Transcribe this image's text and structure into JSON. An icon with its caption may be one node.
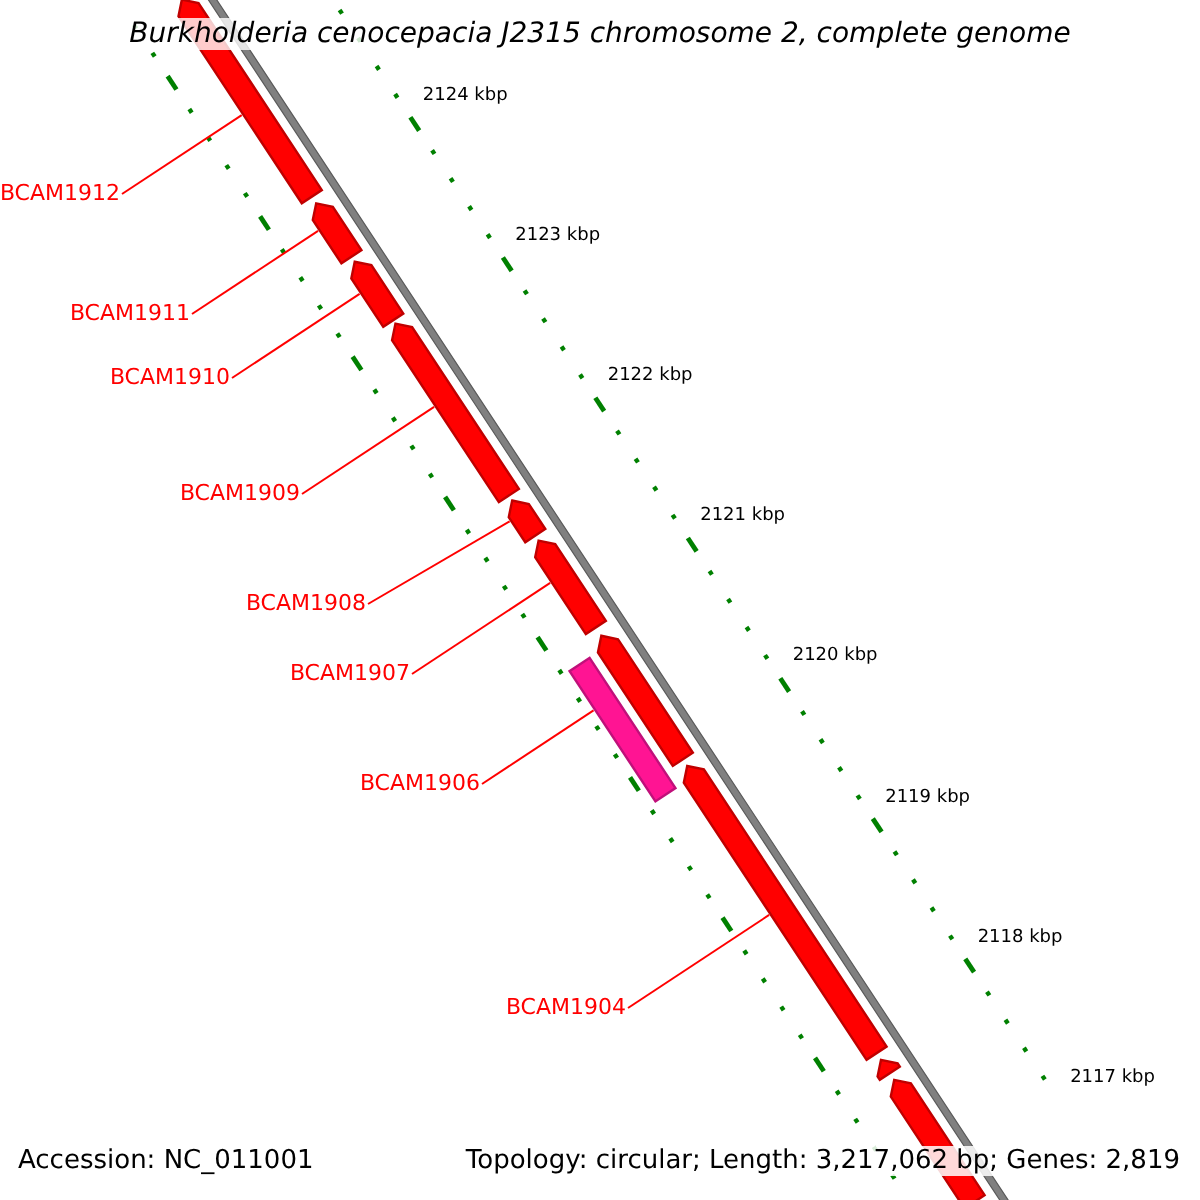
{
  "diagram": {
    "title": "Burkholderia cenocepacia J2315 chromosome 2, complete genome",
    "nodes": [
      {
        "text": [
          "BCAM1912"
        ]
      },
      {
        "text": [
          "BCAM1911"
        ]
      },
      {
        "text": [
          "BCAM1910"
        ]
      },
      {
        "text": [
          "BCAM1909"
        ]
      },
      {
        "text": [
          "BCAM1908"
        ]
      },
      {
        "text": [
          "BCAM1907"
        ]
      },
      {
        "text": [
          "BCAM1906"
        ]
      },
      {
        "text": [
          "BCAM1904"
        ]
      },
      {
        "text": [],
        "shape": "arrow"
      },
      {
        "text": [],
        "shape": "arrow"
      },
      {
        "text": [],
        "shape": "arrow"
      },
      {
        "text": [],
        "shape": "arrow"
      },
      {
        "text": [],
        "shape": "arrow"
      },
      {
        "text": [],
        "shape": "arrow"
      },
      {
        "text": [],
        "shape": "arrow"
      },
      {
        "text": [],
        "shape": "bar"
      },
      {
        "text": [],
        "shape": "arrow"
      },
      {
        "text": [],
        "shape": "arrow"
      },
      {
        "text": [],
        "shape": "arrow"
      }
    ],
    "edges": [
      {
        "from": 0,
        "to": 8,
        "arrow": "none"
      },
      {
        "from": 1,
        "to": 9,
        "arrow": "none"
      },
      {
        "from": 2,
        "to": 10,
        "arrow": "none"
      },
      {
        "from": 3,
        "to": 11,
        "arrow": "none"
      },
      {
        "from": 4,
        "to": 12,
        "arrow": "none"
      },
      {
        "from": 5,
        "to": 13,
        "arrow": "none"
      },
      {
        "from": 6,
        "to": 15,
        "arrow": "none"
      },
      {
        "from": 7,
        "to": 16,
        "arrow": "none"
      }
    ],
    "labels": [
      "2124 kbp",
      "2123 kbp",
      "2122 kbp",
      "2121 kbp",
      "2120 kbp",
      "2119 kbp",
      "2118 kbp",
      "2117 kbp",
      "Accession: NC_011001",
      "Topology: circular; Length: 3,217,062 bp; Genes: 2,819"
    ]
  }
}
